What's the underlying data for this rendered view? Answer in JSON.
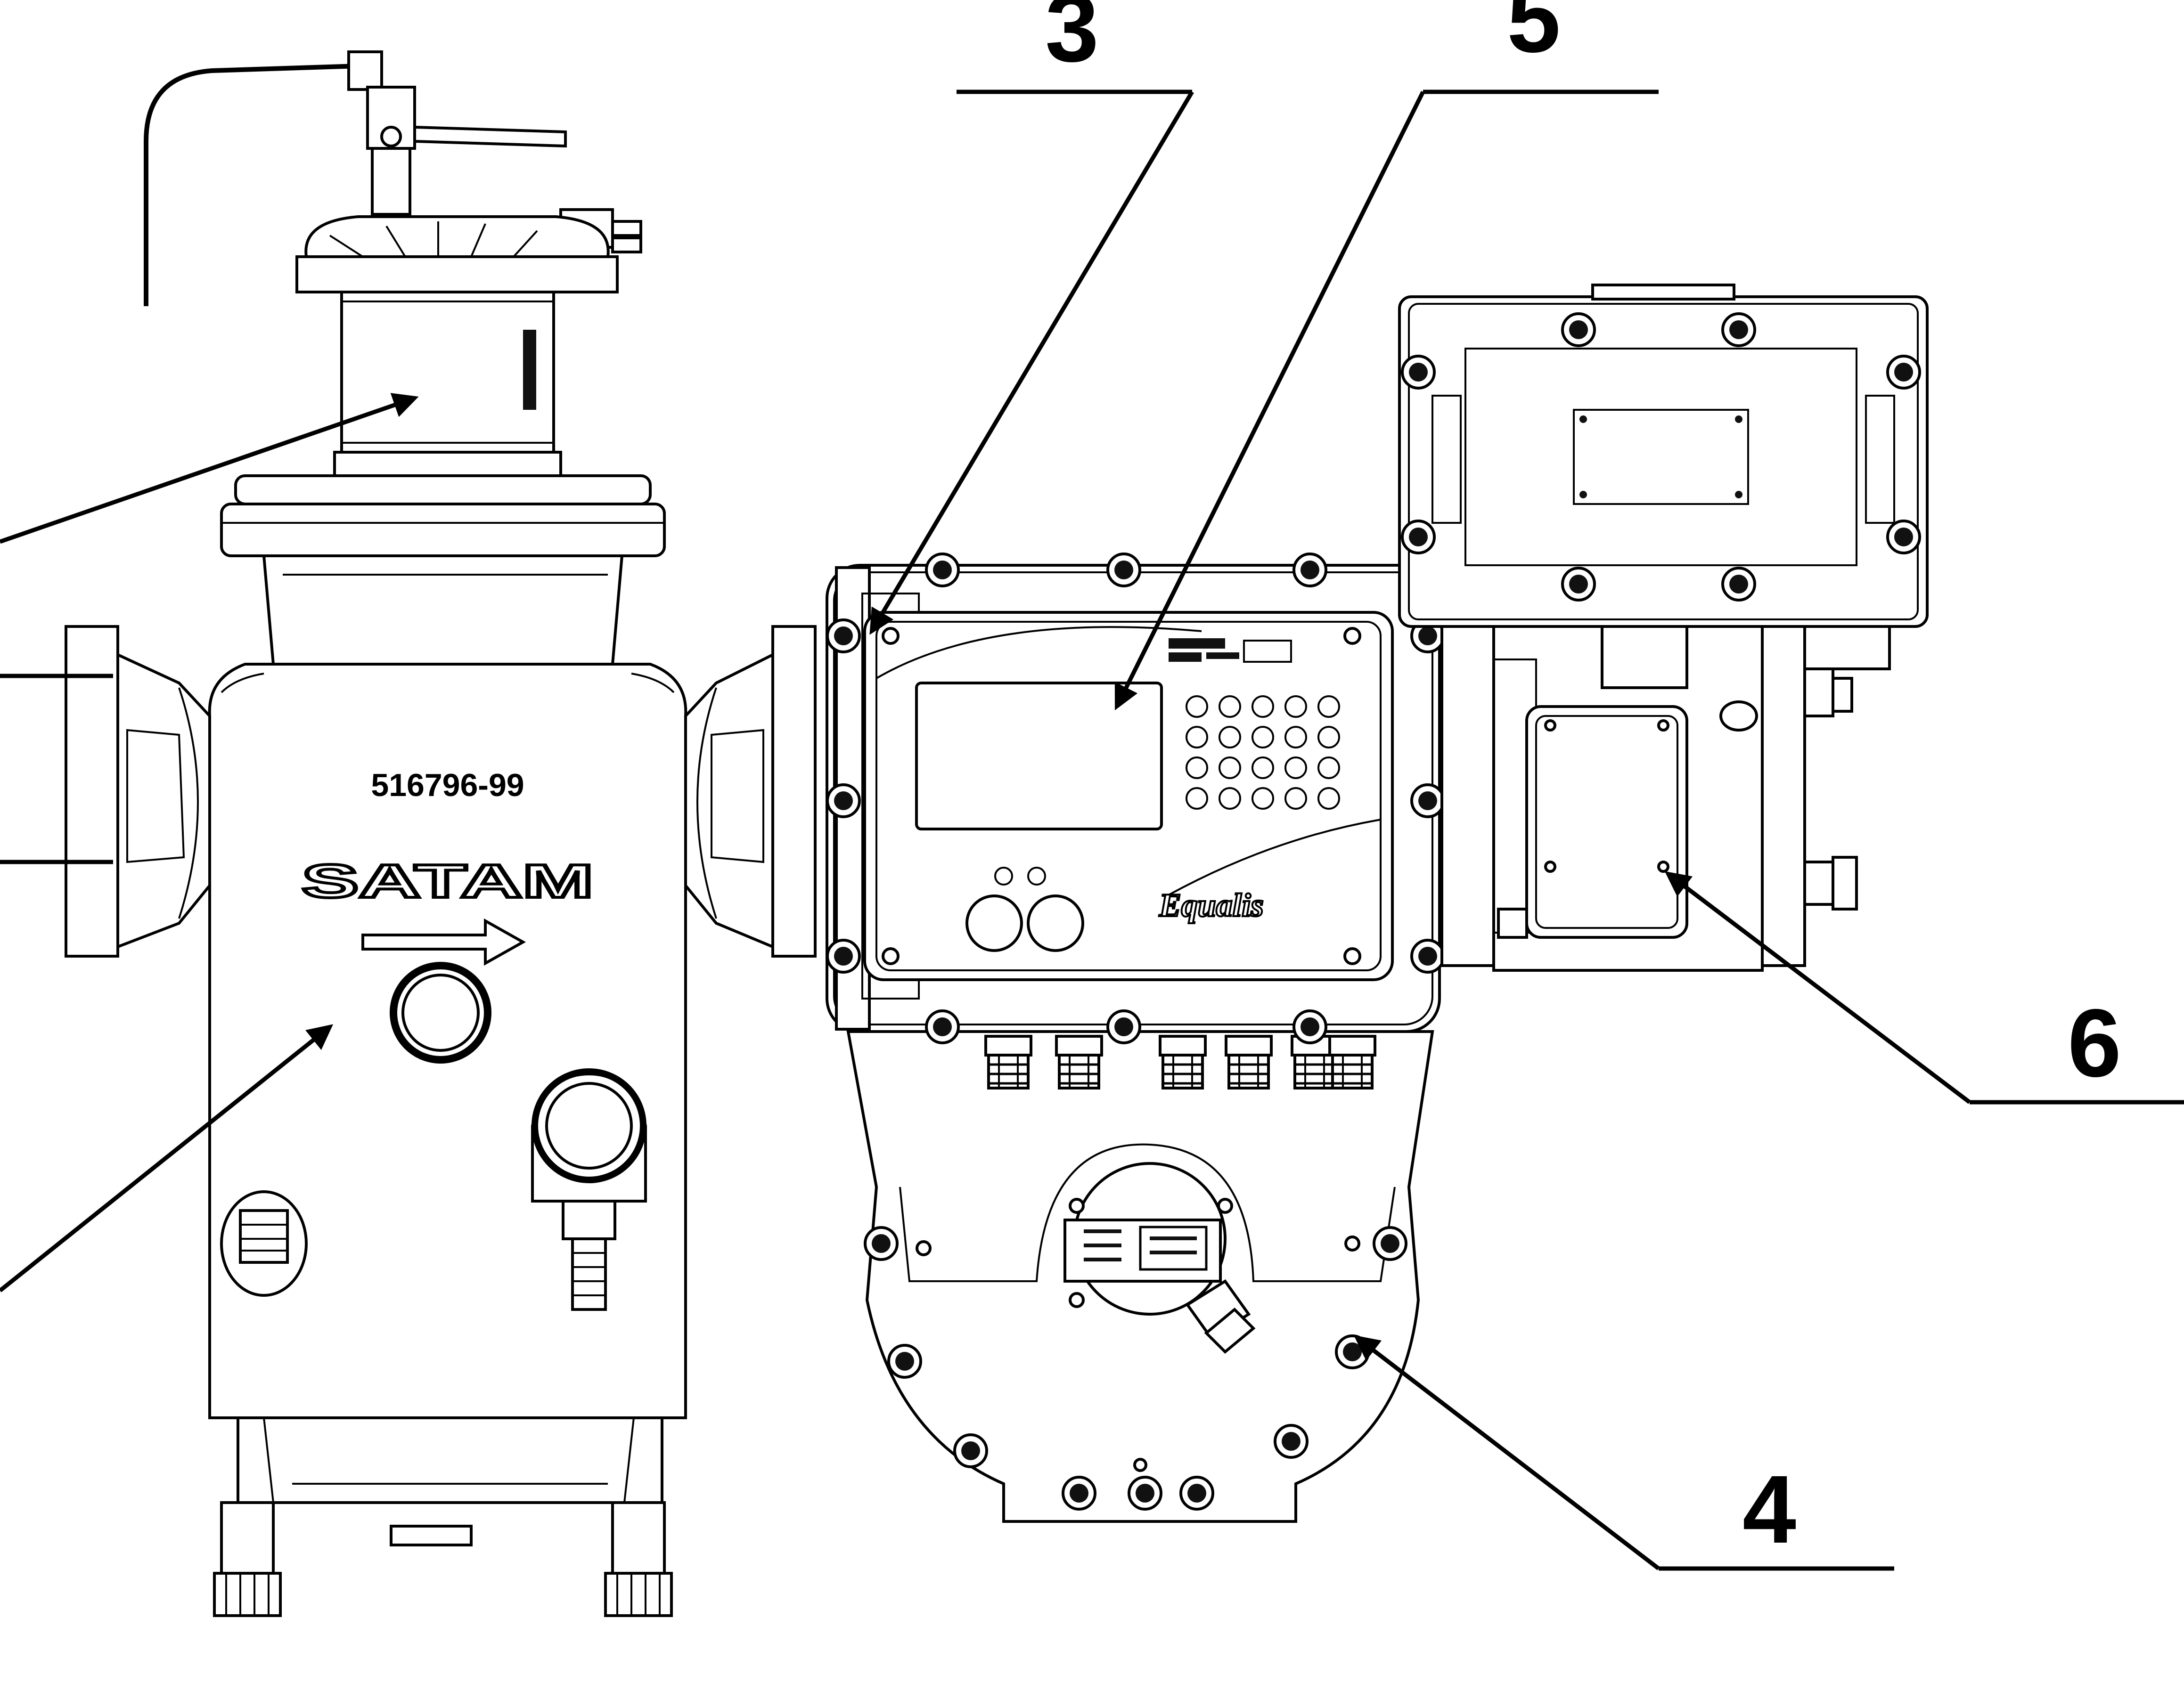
{
  "callouts": {
    "c3": "3",
    "c5": "5",
    "c6": "6",
    "c4": "4"
  },
  "markings": {
    "part_number": "516796-99",
    "brand": "SATAM",
    "controller_brand": "Equalis"
  },
  "colors": {
    "line": "#000000",
    "background": "#ffffff"
  }
}
